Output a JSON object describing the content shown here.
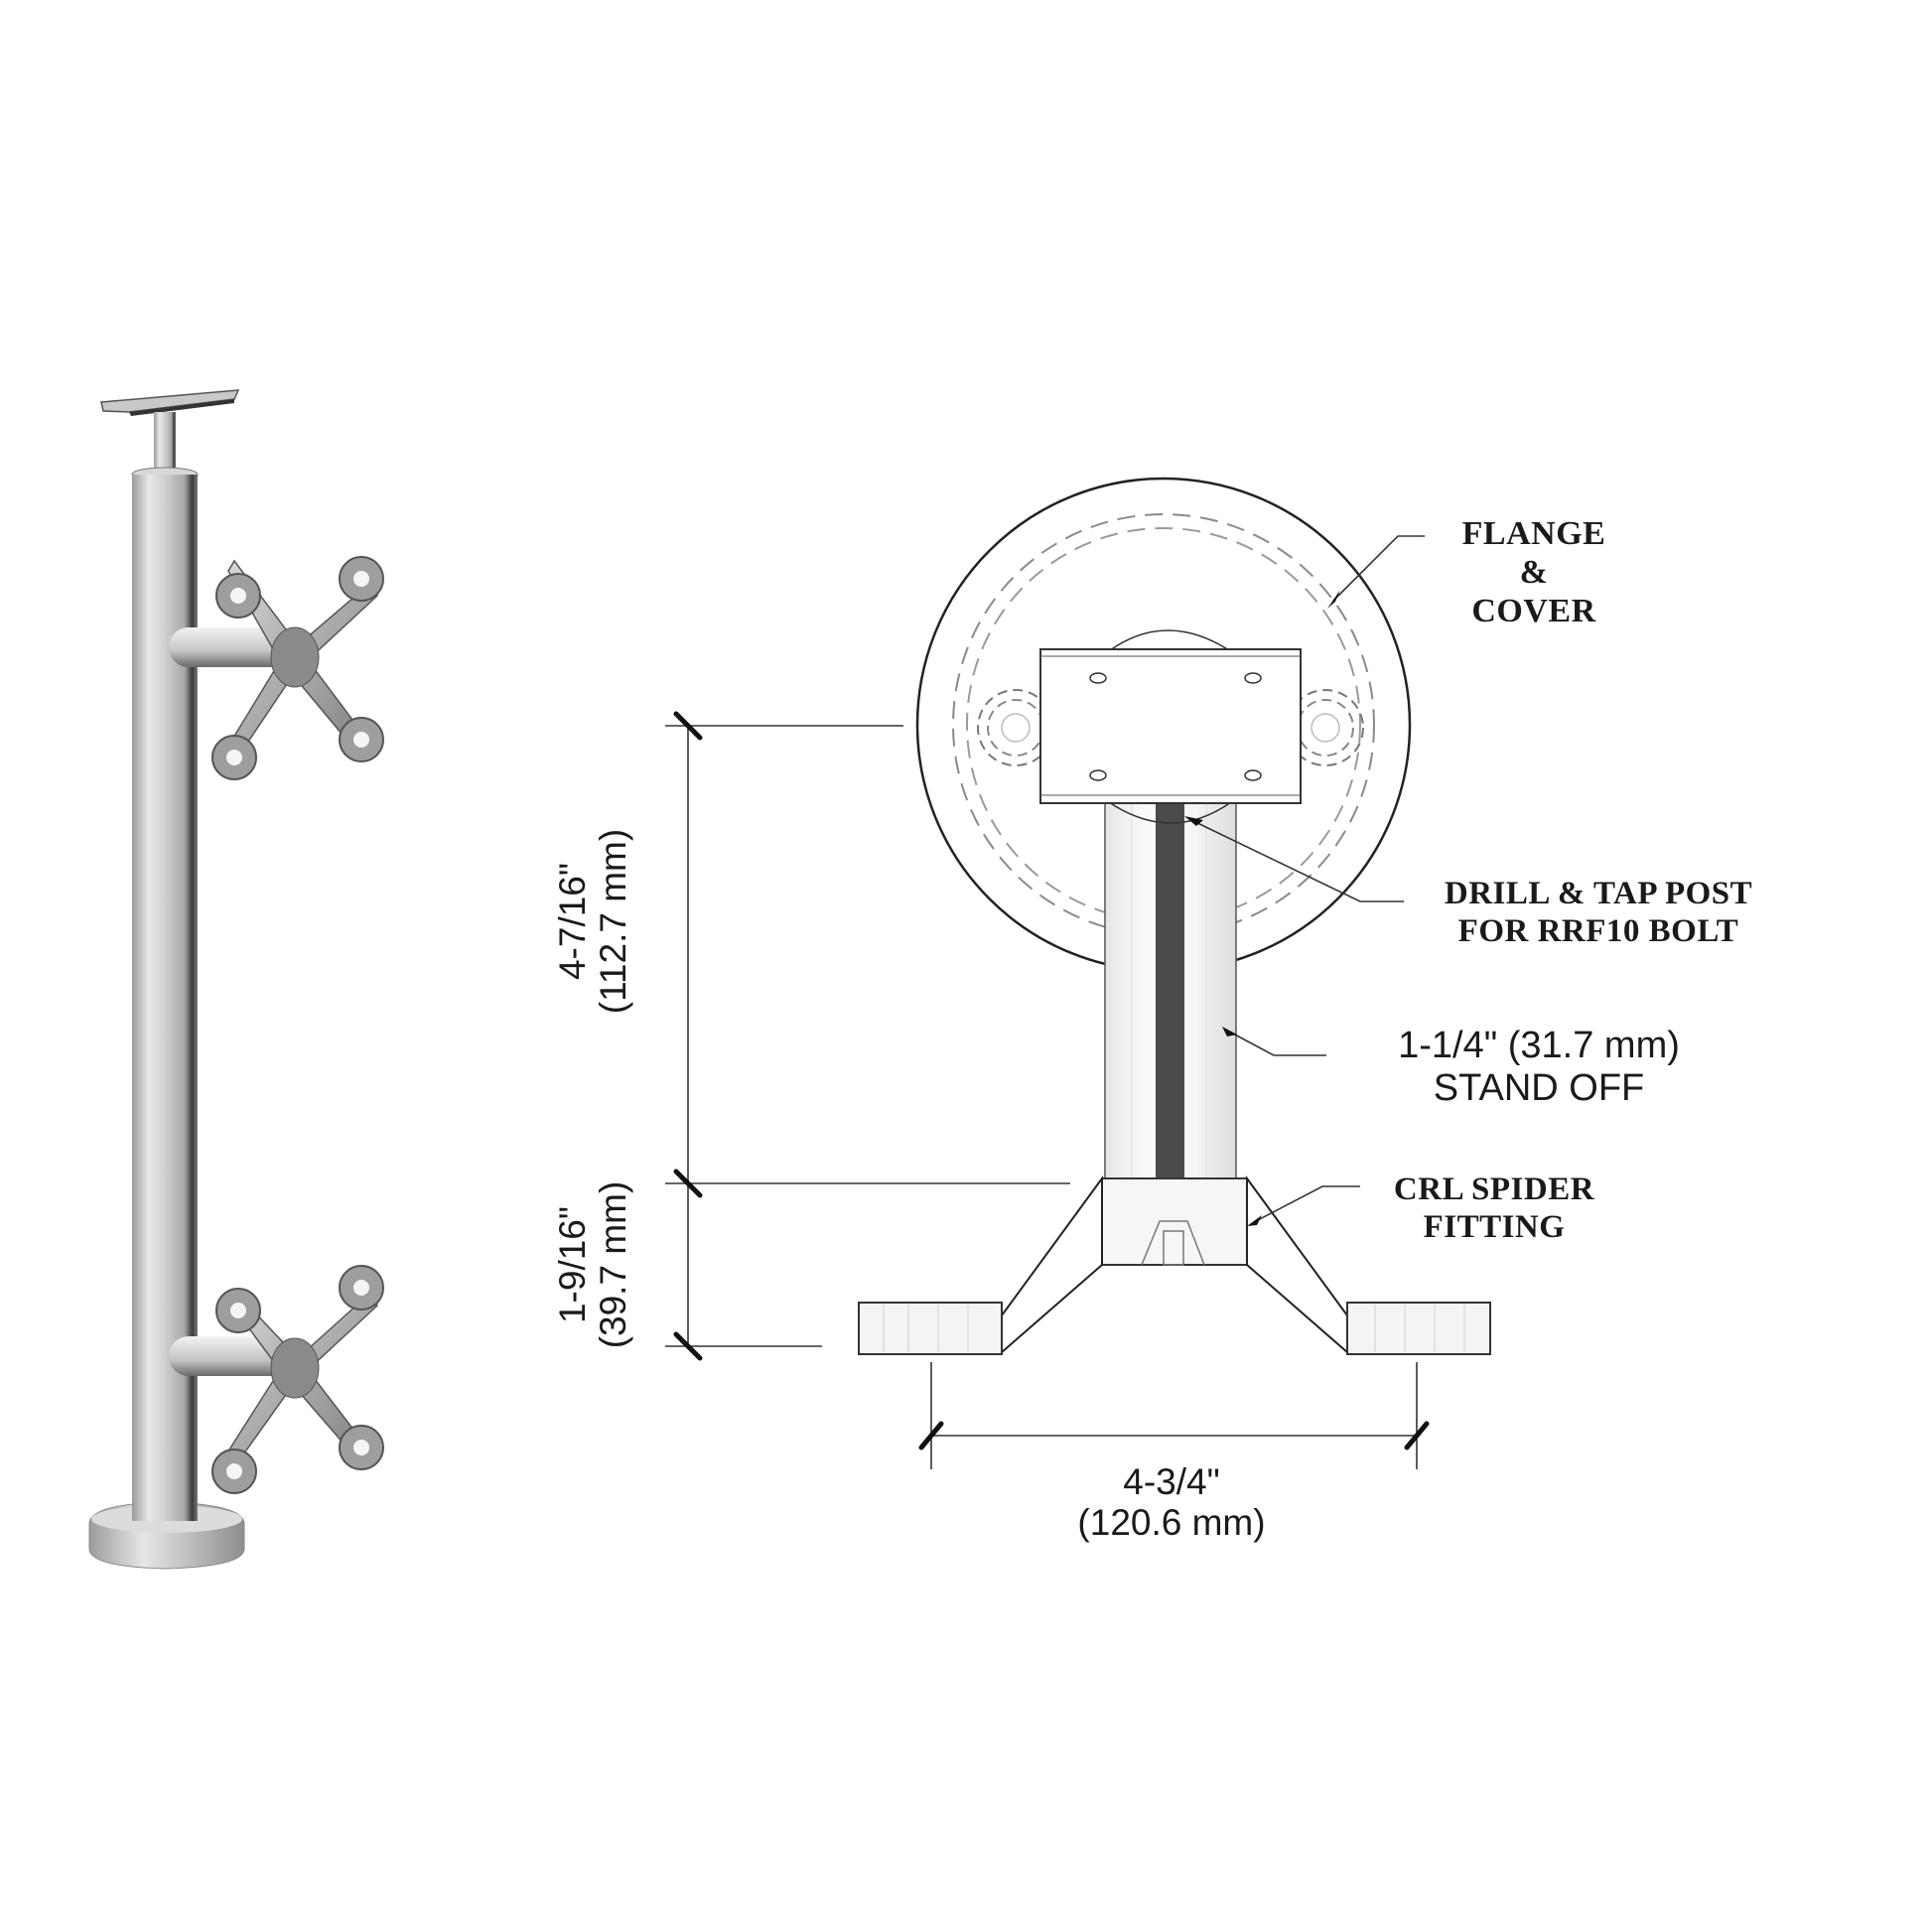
{
  "figure": {
    "title": "Spider fitting stand-off post detail",
    "render": {
      "description": "3D rendering of round handrail post with top saddle, two 4-arm spider fittings and base flange",
      "colors": {
        "metal_light": "#e4e4e4",
        "metal_mid": "#b8b8b8",
        "metal_dark": "#6f6f6f"
      }
    },
    "callouts": {
      "flange": {
        "line1": "FLANGE",
        "line2": "&",
        "line3": "COVER"
      },
      "drill": {
        "line1": "DRILL  & TAP POST",
        "line2": "FOR RRF10 BOLT"
      },
      "standoff": {
        "line1": "1-1/4\" (31.7 mm)",
        "line2": "STAND OFF"
      },
      "spider": {
        "line1": "CRL SPIDER",
        "line2": "FITTING"
      }
    },
    "dimensions": {
      "upper_height": {
        "imperial": "4-7/16\"",
        "metric": "(112.7 mm)"
      },
      "lower_height": {
        "imperial": "1-9/16\"",
        "metric": "(39.7 mm)"
      },
      "base_width": {
        "imperial": "4-3/4\"",
        "metric": "(120.6 mm)"
      }
    },
    "colors": {
      "line": "#2a2a2a",
      "dashed": "#7a7a7a",
      "rod": "#4a4a4a",
      "background": "#ffffff"
    }
  }
}
